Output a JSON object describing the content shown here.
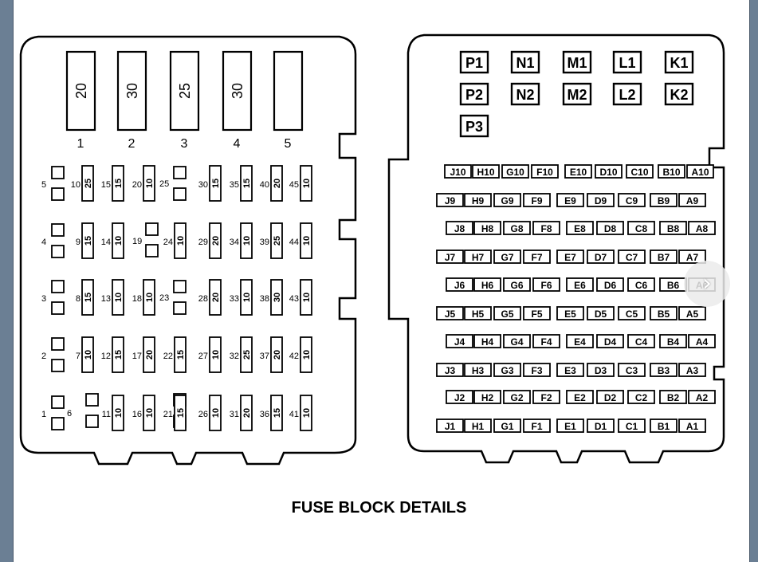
{
  "caption": "FUSE BLOCK DETAILS",
  "left_block": {
    "maxi_fuses": [
      {
        "position": "1",
        "rating": "20"
      },
      {
        "position": "2",
        "rating": "30"
      },
      {
        "position": "3",
        "rating": "25"
      },
      {
        "position": "4",
        "rating": "30"
      },
      {
        "position": "5",
        "rating": ""
      }
    ],
    "relay_rows": [
      [
        "5",
        "10",
        "25",
        "30",
        "35",
        "40",
        "45"
      ],
      [
        "4",
        "9",
        "14",
        "19",
        "24",
        "29",
        "34",
        "39",
        "44"
      ],
      [
        "3",
        "8",
        "13",
        "18",
        "23",
        "28",
        "33",
        "38",
        "43"
      ],
      [
        "2",
        "7",
        "12",
        "17",
        "22",
        "27",
        "32",
        "37",
        "42"
      ],
      [
        "1",
        "6",
        "11",
        "16",
        "21",
        "26",
        "31",
        "36",
        "41"
      ]
    ],
    "fuse_rows": [
      [
        {
          "n": "10",
          "r": "25"
        },
        {
          "n": "15",
          "r": "15"
        },
        {
          "n": "20",
          "r": "10"
        },
        {
          "n": "30",
          "r": "15"
        },
        {
          "n": "35",
          "r": "15"
        },
        {
          "n": "40",
          "r": "20"
        },
        {
          "n": "45",
          "r": "10"
        }
      ],
      [
        {
          "n": "9",
          "r": "15"
        },
        {
          "n": "14",
          "r": "10"
        },
        {
          "n": "24",
          "r": "10"
        },
        {
          "n": "29",
          "r": "20"
        },
        {
          "n": "34",
          "r": "10"
        },
        {
          "n": "39",
          "r": "25"
        },
        {
          "n": "44",
          "r": "10"
        }
      ],
      [
        {
          "n": "8",
          "r": "15"
        },
        {
          "n": "13",
          "r": "10"
        },
        {
          "n": "18",
          "r": "10"
        },
        {
          "n": "28",
          "r": "20"
        },
        {
          "n": "33",
          "r": "10"
        },
        {
          "n": "38",
          "r": "30"
        },
        {
          "n": "43",
          "r": "10"
        }
      ],
      [
        {
          "n": "7",
          "r": "10"
        },
        {
          "n": "12",
          "r": "15"
        },
        {
          "n": "17",
          "r": "20"
        },
        {
          "n": "22",
          "r": "15"
        },
        {
          "n": "27",
          "r": "10"
        },
        {
          "n": "32",
          "r": "25"
        },
        {
          "n": "37",
          "r": "20"
        },
        {
          "n": "42",
          "r": "10"
        }
      ],
      [
        {
          "n": "11",
          "r": "10"
        },
        {
          "n": "16",
          "r": "10"
        },
        {
          "n": "21",
          "r": "15"
        },
        {
          "n": "26",
          "r": "10"
        },
        {
          "n": "31",
          "r": "20"
        },
        {
          "n": "36",
          "r": "15"
        },
        {
          "n": "41",
          "r": "10"
        }
      ]
    ]
  },
  "right_block": {
    "top_row": [
      "P1",
      "N1",
      "M1",
      "L1",
      "K1"
    ],
    "second_row": [
      "P2",
      "N2",
      "M2",
      "L2",
      "K2"
    ],
    "third_row": [
      "P3"
    ],
    "grid_columns": [
      "J",
      "H",
      "G",
      "F",
      "E",
      "D",
      "C",
      "B",
      "A"
    ],
    "grid_rows": [
      "10",
      "9",
      "8",
      "7",
      "6",
      "5",
      "4",
      "3",
      "2",
      "1"
    ]
  },
  "icons": {
    "next": "chevron-right-icon"
  }
}
